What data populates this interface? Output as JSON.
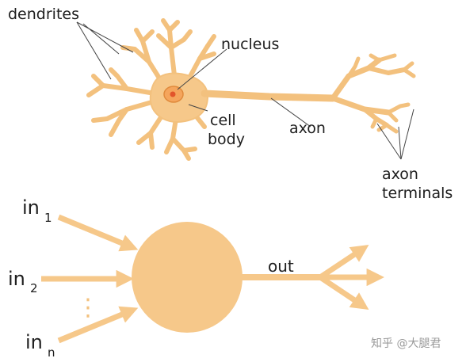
{
  "colors": {
    "neuron_fill": "#f6c88a",
    "neuron_stroke": "#f3c17e",
    "nucleus_fill": "#f5a55c",
    "nucleolus": "#e2552b",
    "text": "#1e1e1e",
    "watermark": "#9a9a9a"
  },
  "biological_neuron": {
    "labels": {
      "dendrites": "dendrites",
      "nucleus": "nucleus",
      "cell": "cell",
      "body": "body",
      "axon": "axon",
      "axon_line1": "axon",
      "terminals": "terminals"
    }
  },
  "artificial_neuron": {
    "inputs": [
      {
        "main": "in",
        "sub": "1"
      },
      {
        "main": "in",
        "sub": "2"
      },
      {
        "main": "in",
        "sub": "n"
      }
    ],
    "ellipsis": "⋮",
    "output_label": "out"
  },
  "watermark": "知乎 @大腿君"
}
